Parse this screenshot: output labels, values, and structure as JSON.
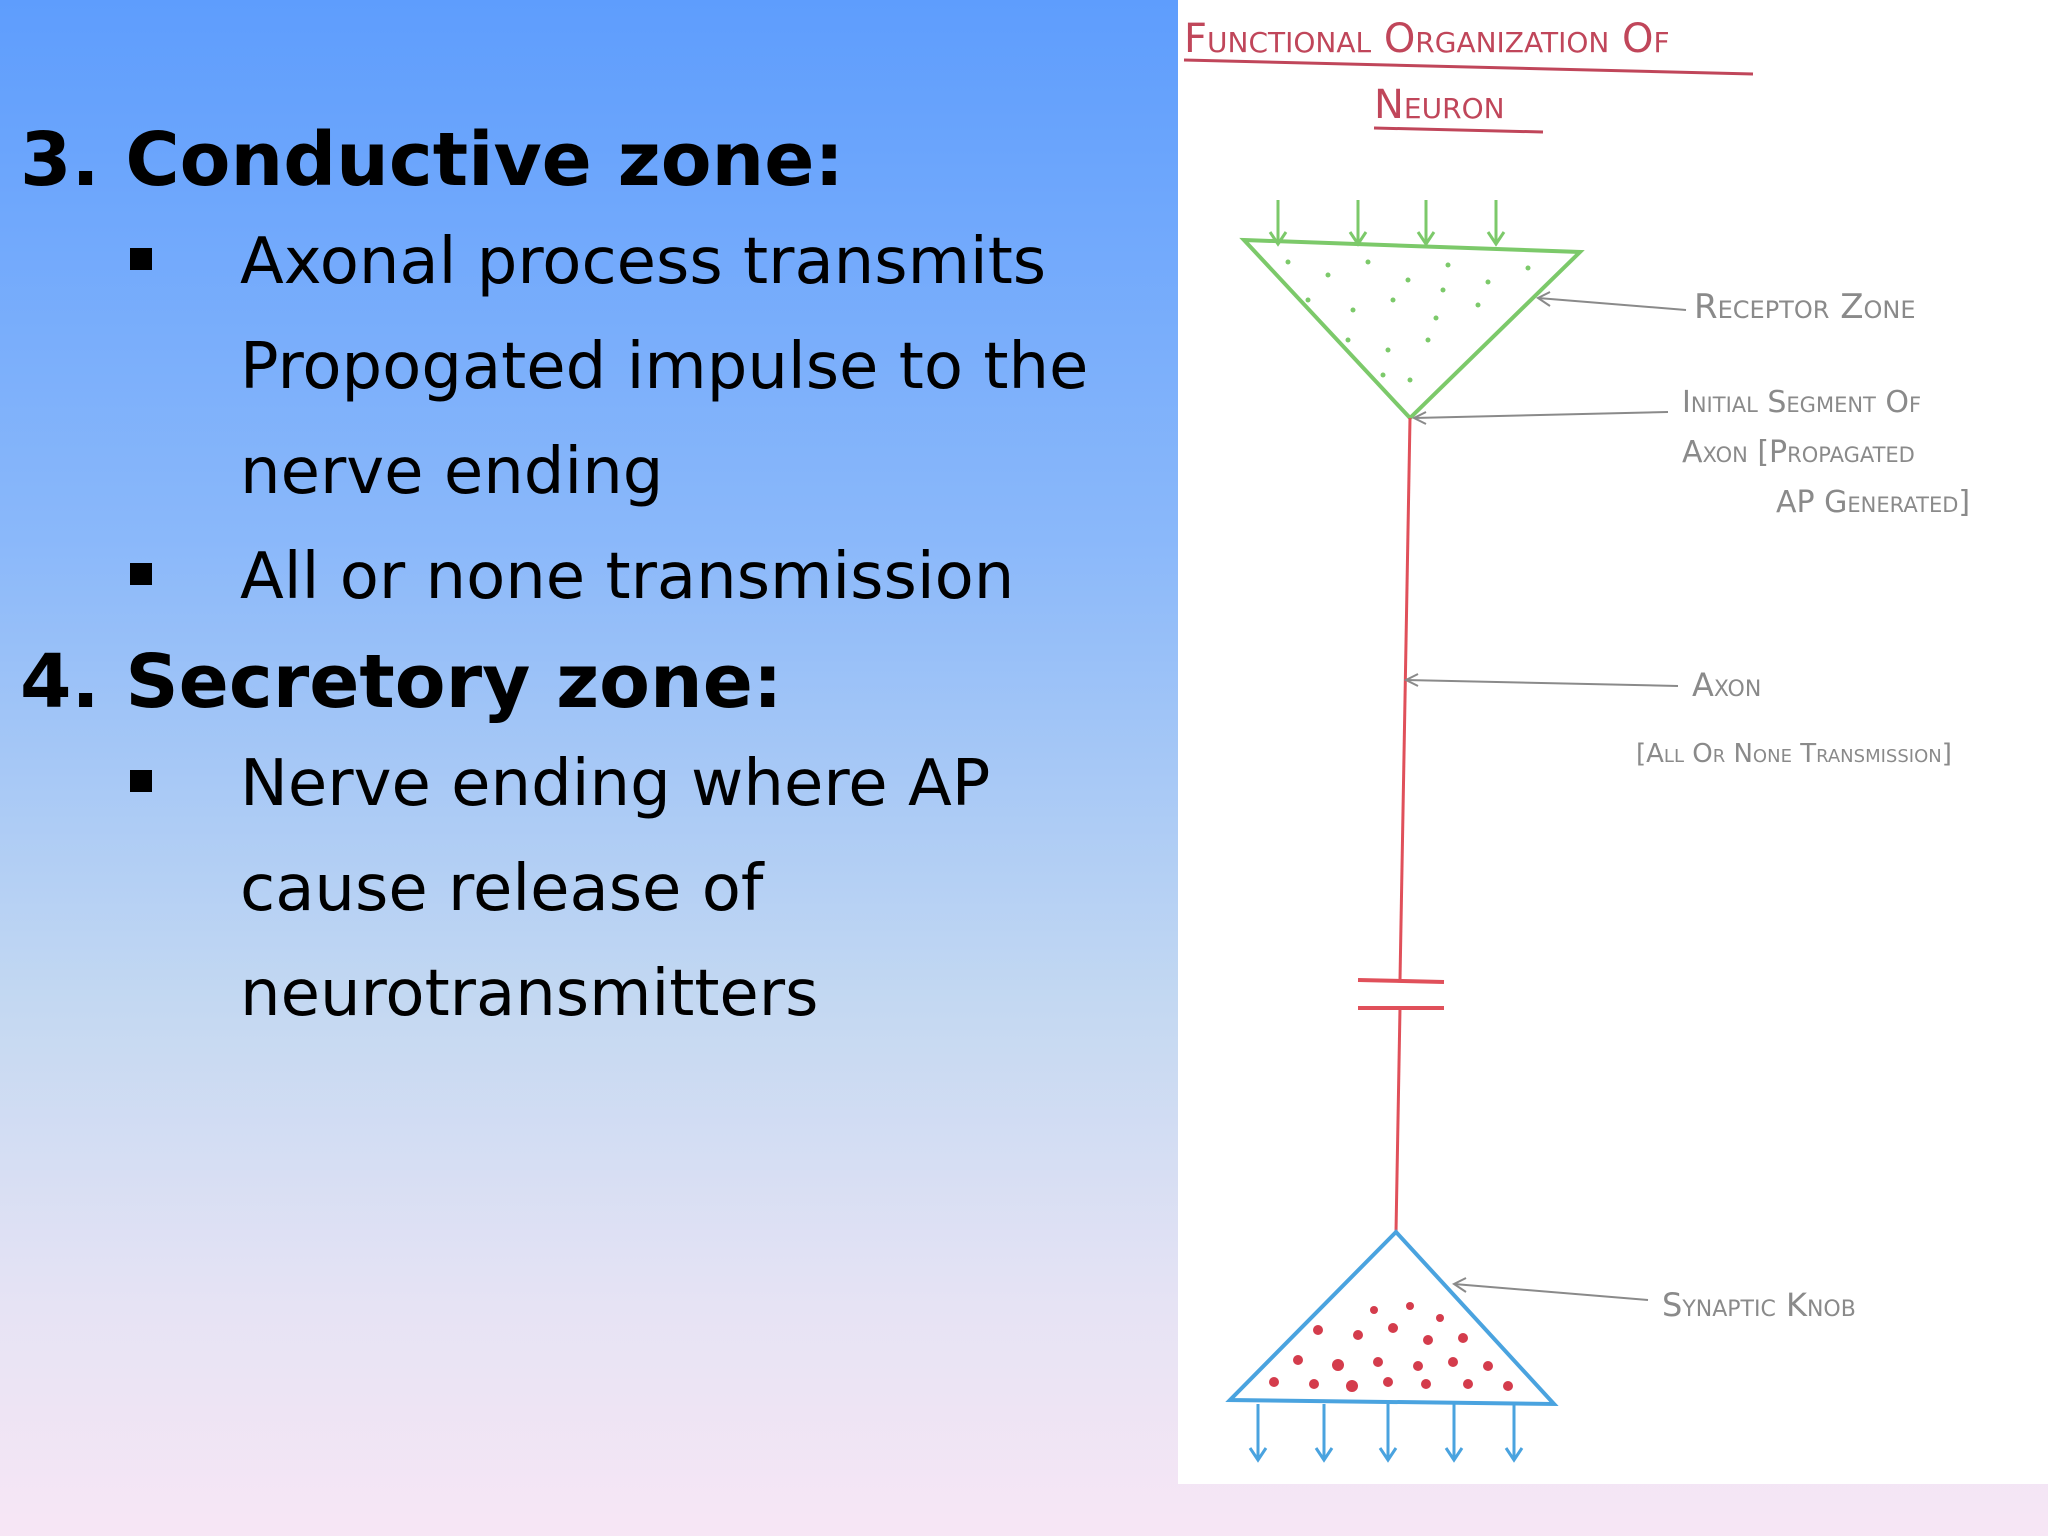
{
  "slide": {
    "sections": [
      {
        "heading": "3. Conductive zone:",
        "bullets": [
          "Axonal process transmits\nPropogated impulse to the\nnerve ending",
          "All or none transmission"
        ]
      },
      {
        "heading": "4. Secretory zone:",
        "bullets": [
          "Nerve ending where AP\ncause release of\nneurotransmitters"
        ]
      }
    ]
  },
  "diagram": {
    "title_line1": "Functional Organization Of",
    "title_line2": "Neuron",
    "labels": {
      "receptor_zone": "Receptor Zone",
      "initial_segment_line1": "Initial Segment Of",
      "initial_segment_line2": "Axon [Propagated",
      "initial_segment_line3": "AP Generated]",
      "axon": "Axon",
      "axon_note": "[All Or None Transmission]",
      "synaptic_knob": "Synaptic Knob"
    },
    "colors": {
      "title": "#c0465a",
      "dendrite_zone": "#7cc96a",
      "axon": "#e0505a",
      "synaptic_knob_outline": "#4aa3df",
      "vesicles": "#d43c4c",
      "label_gray": "#8a8a8a"
    }
  }
}
